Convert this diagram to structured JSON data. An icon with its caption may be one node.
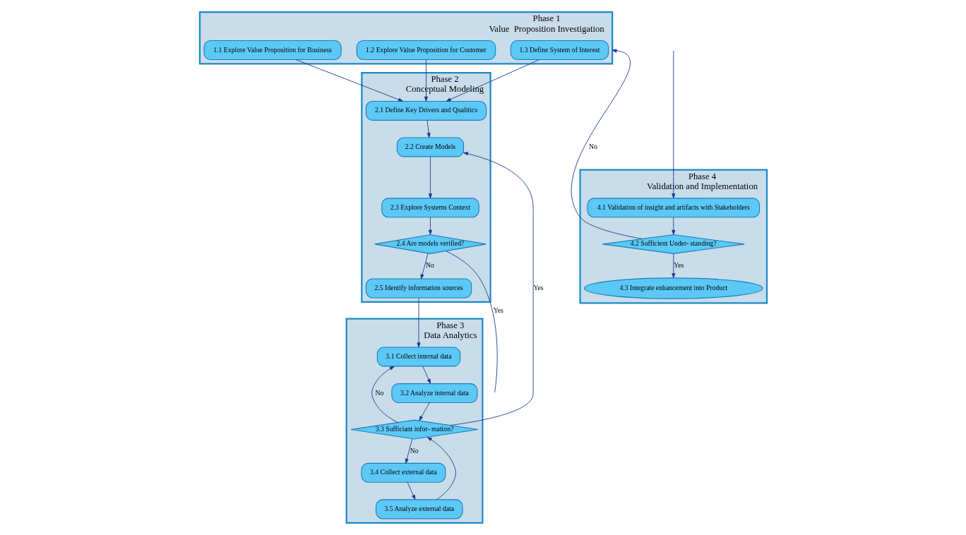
{
  "diagram": {
    "nodes": [
      {
        "text": [
          "Phase 1",
          "Value  Proposition Investigation"
        ]
      },
      {
        "text": [
          "1.1 Explore Value Proposition for Business"
        ],
        "in": 0
      },
      {
        "text": [
          "1.2 Explore Value Proposition for Customer"
        ],
        "in": 0
      },
      {
        "text": [
          "1.3 Define System of Interest"
        ],
        "in": 0
      },
      {
        "text": [
          "Phase 2",
          "Conceptual Modeling"
        ]
      },
      {
        "text": [
          "2.1 Define Key Drivers and Qualitics"
        ],
        "in": 4
      },
      {
        "text": [
          "2.2 Create Models"
        ],
        "in": 4
      },
      {
        "text": [
          "2.3 Explore Systems Context"
        ],
        "in": 4
      },
      {
        "text": [
          "2.4 Are models verified?"
        ],
        "in": 4
      },
      {
        "text": [
          "2.5 Identify information sources"
        ],
        "in": 4
      },
      {
        "text": [
          "Phase 3",
          "Data Analytics"
        ]
      },
      {
        "text": [
          "3.3 Sufficiant infor- mation?"
        ],
        "in": 10
      },
      {
        "text": [
          "3.2 Analyze internal data"
        ],
        "in": 10
      },
      {
        "text": [
          "3.5 Analyze external data"
        ],
        "in": 10
      },
      {
        "text": [
          "3.1 Collect internal data"
        ],
        "in": 10
      },
      {
        "text": [
          "3.4 Collect external data"
        ],
        "in": 10
      },
      {
        "text": [
          "Phase 4",
          "Validation and Implementation"
        ]
      },
      {
        "text": [
          "4.3 Integrate enhancement into Product"
        ],
        "in": 16
      },
      {
        "text": [
          "4.2 Sufficient Under- standing?"
        ],
        "in": 16
      },
      {
        "text": [
          "4.1 Validation of insight and artifacts with Stakeholders"
        ],
        "in": 16
      }
    ],
    "edges": [
      {
        "from": 1,
        "to": 5,
        "arrow": "to"
      },
      {
        "from": 2,
        "to": 5,
        "arrow": "to"
      },
      {
        "from": 3,
        "to": 5,
        "arrow": "to"
      },
      {
        "from": 5,
        "to": 6,
        "arrow": "to"
      },
      {
        "from": 6,
        "to": 7,
        "arrow": "to"
      },
      {
        "from": 7,
        "to": 8,
        "arrow": "to"
      },
      {
        "from": 8,
        "to": 9,
        "label": "No",
        "arrow": "to"
      },
      {
        "from": 8,
        "to": null,
        "label": "Yes",
        "arrow": "none"
      },
      {
        "from": 9,
        "to": 14,
        "arrow": "to"
      },
      {
        "from": 14,
        "to": 12,
        "arrow": "to"
      },
      {
        "from": 12,
        "to": 11,
        "arrow": "to"
      },
      {
        "from": 15,
        "to": 13,
        "arrow": "to"
      },
      {
        "from": 13,
        "to": 11,
        "arrow": "to"
      },
      {
        "from": 11,
        "to": 6,
        "label": "Yes",
        "arrow": "to"
      },
      {
        "from": 11,
        "to": 14,
        "label": "No",
        "arrow": "to"
      },
      {
        "from": 11,
        "to": 15,
        "label": "No",
        "arrow": "to"
      },
      {
        "from": null,
        "to": 19,
        "arrow": "to"
      },
      {
        "from": 19,
        "to": 18,
        "arrow": "to"
      },
      {
        "from": 18,
        "to": 17,
        "label": "Yes",
        "arrow": "to"
      },
      {
        "from": 18,
        "to": 0,
        "label": "No",
        "arrow": "to"
      }
    ]
  }
}
